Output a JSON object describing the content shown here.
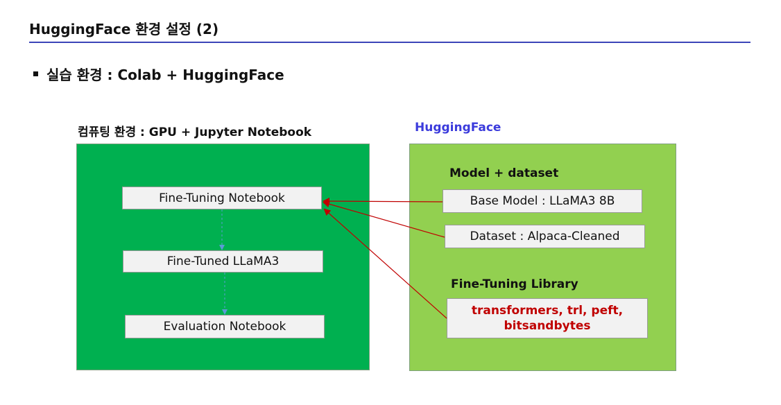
{
  "slide": {
    "title": "HuggingFace 환경 설정 (2)",
    "bullet": "실습 환경 : Colab + HuggingFace"
  },
  "left_panel": {
    "label": "컴퓨팅 환경 : GPU + Jupyter Notebook",
    "color": "#00b050",
    "boxes": {
      "notebook": "Fine-Tuning Notebook",
      "tuned": "Fine-Tuned LLaMA3",
      "evaluation": "Evaluation Notebook"
    }
  },
  "right_panel": {
    "label": "HuggingFace",
    "label_color": "#3b3bdc",
    "color": "#92d050",
    "model_dataset_label": "Model + dataset",
    "base_model": "Base Model : LLaMA3 8B",
    "dataset": "Dataset : Alpaca-Cleaned",
    "library_label": "Fine-Tuning Library",
    "library_line1": "transformers, trl, peft,",
    "library_line2": "bitsandbytes",
    "library_color": "#c00000"
  },
  "colors": {
    "title_rule": "#3b45b8",
    "arrow_red": "#c00000",
    "arrow_blue": "#5b9bd5"
  }
}
